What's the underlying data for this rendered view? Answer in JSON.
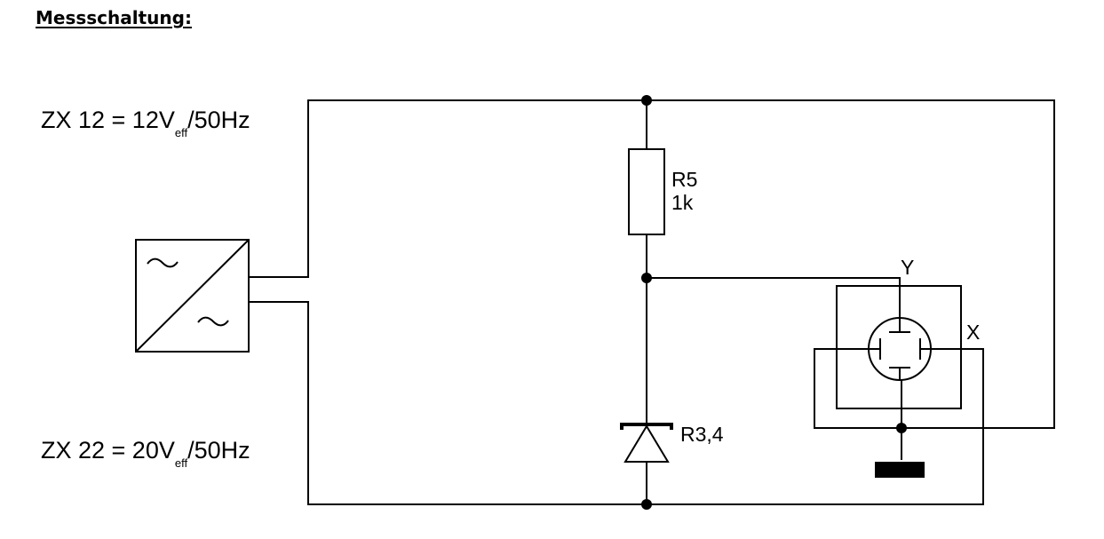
{
  "heading": "Messschaltung:",
  "supplies": [
    {
      "prefix": "ZX 12 = 12V",
      "subscript": "eff",
      "suffix": "/50Hz"
    },
    {
      "prefix": "ZX 22 = 20V",
      "subscript": "eff",
      "suffix": "/50Hz"
    }
  ],
  "resistor": {
    "name": "R5",
    "value": "1k"
  },
  "diode": {
    "name": "R3,4"
  },
  "scope": {
    "y_label": "Y",
    "x_label": "X"
  },
  "icons": {
    "converter": "ac-ac-converter-icon",
    "resistor": "resistor-icon",
    "diode": "zener-diode-icon",
    "scope": "oscilloscope-tube-icon",
    "ground": "ground-icon"
  }
}
